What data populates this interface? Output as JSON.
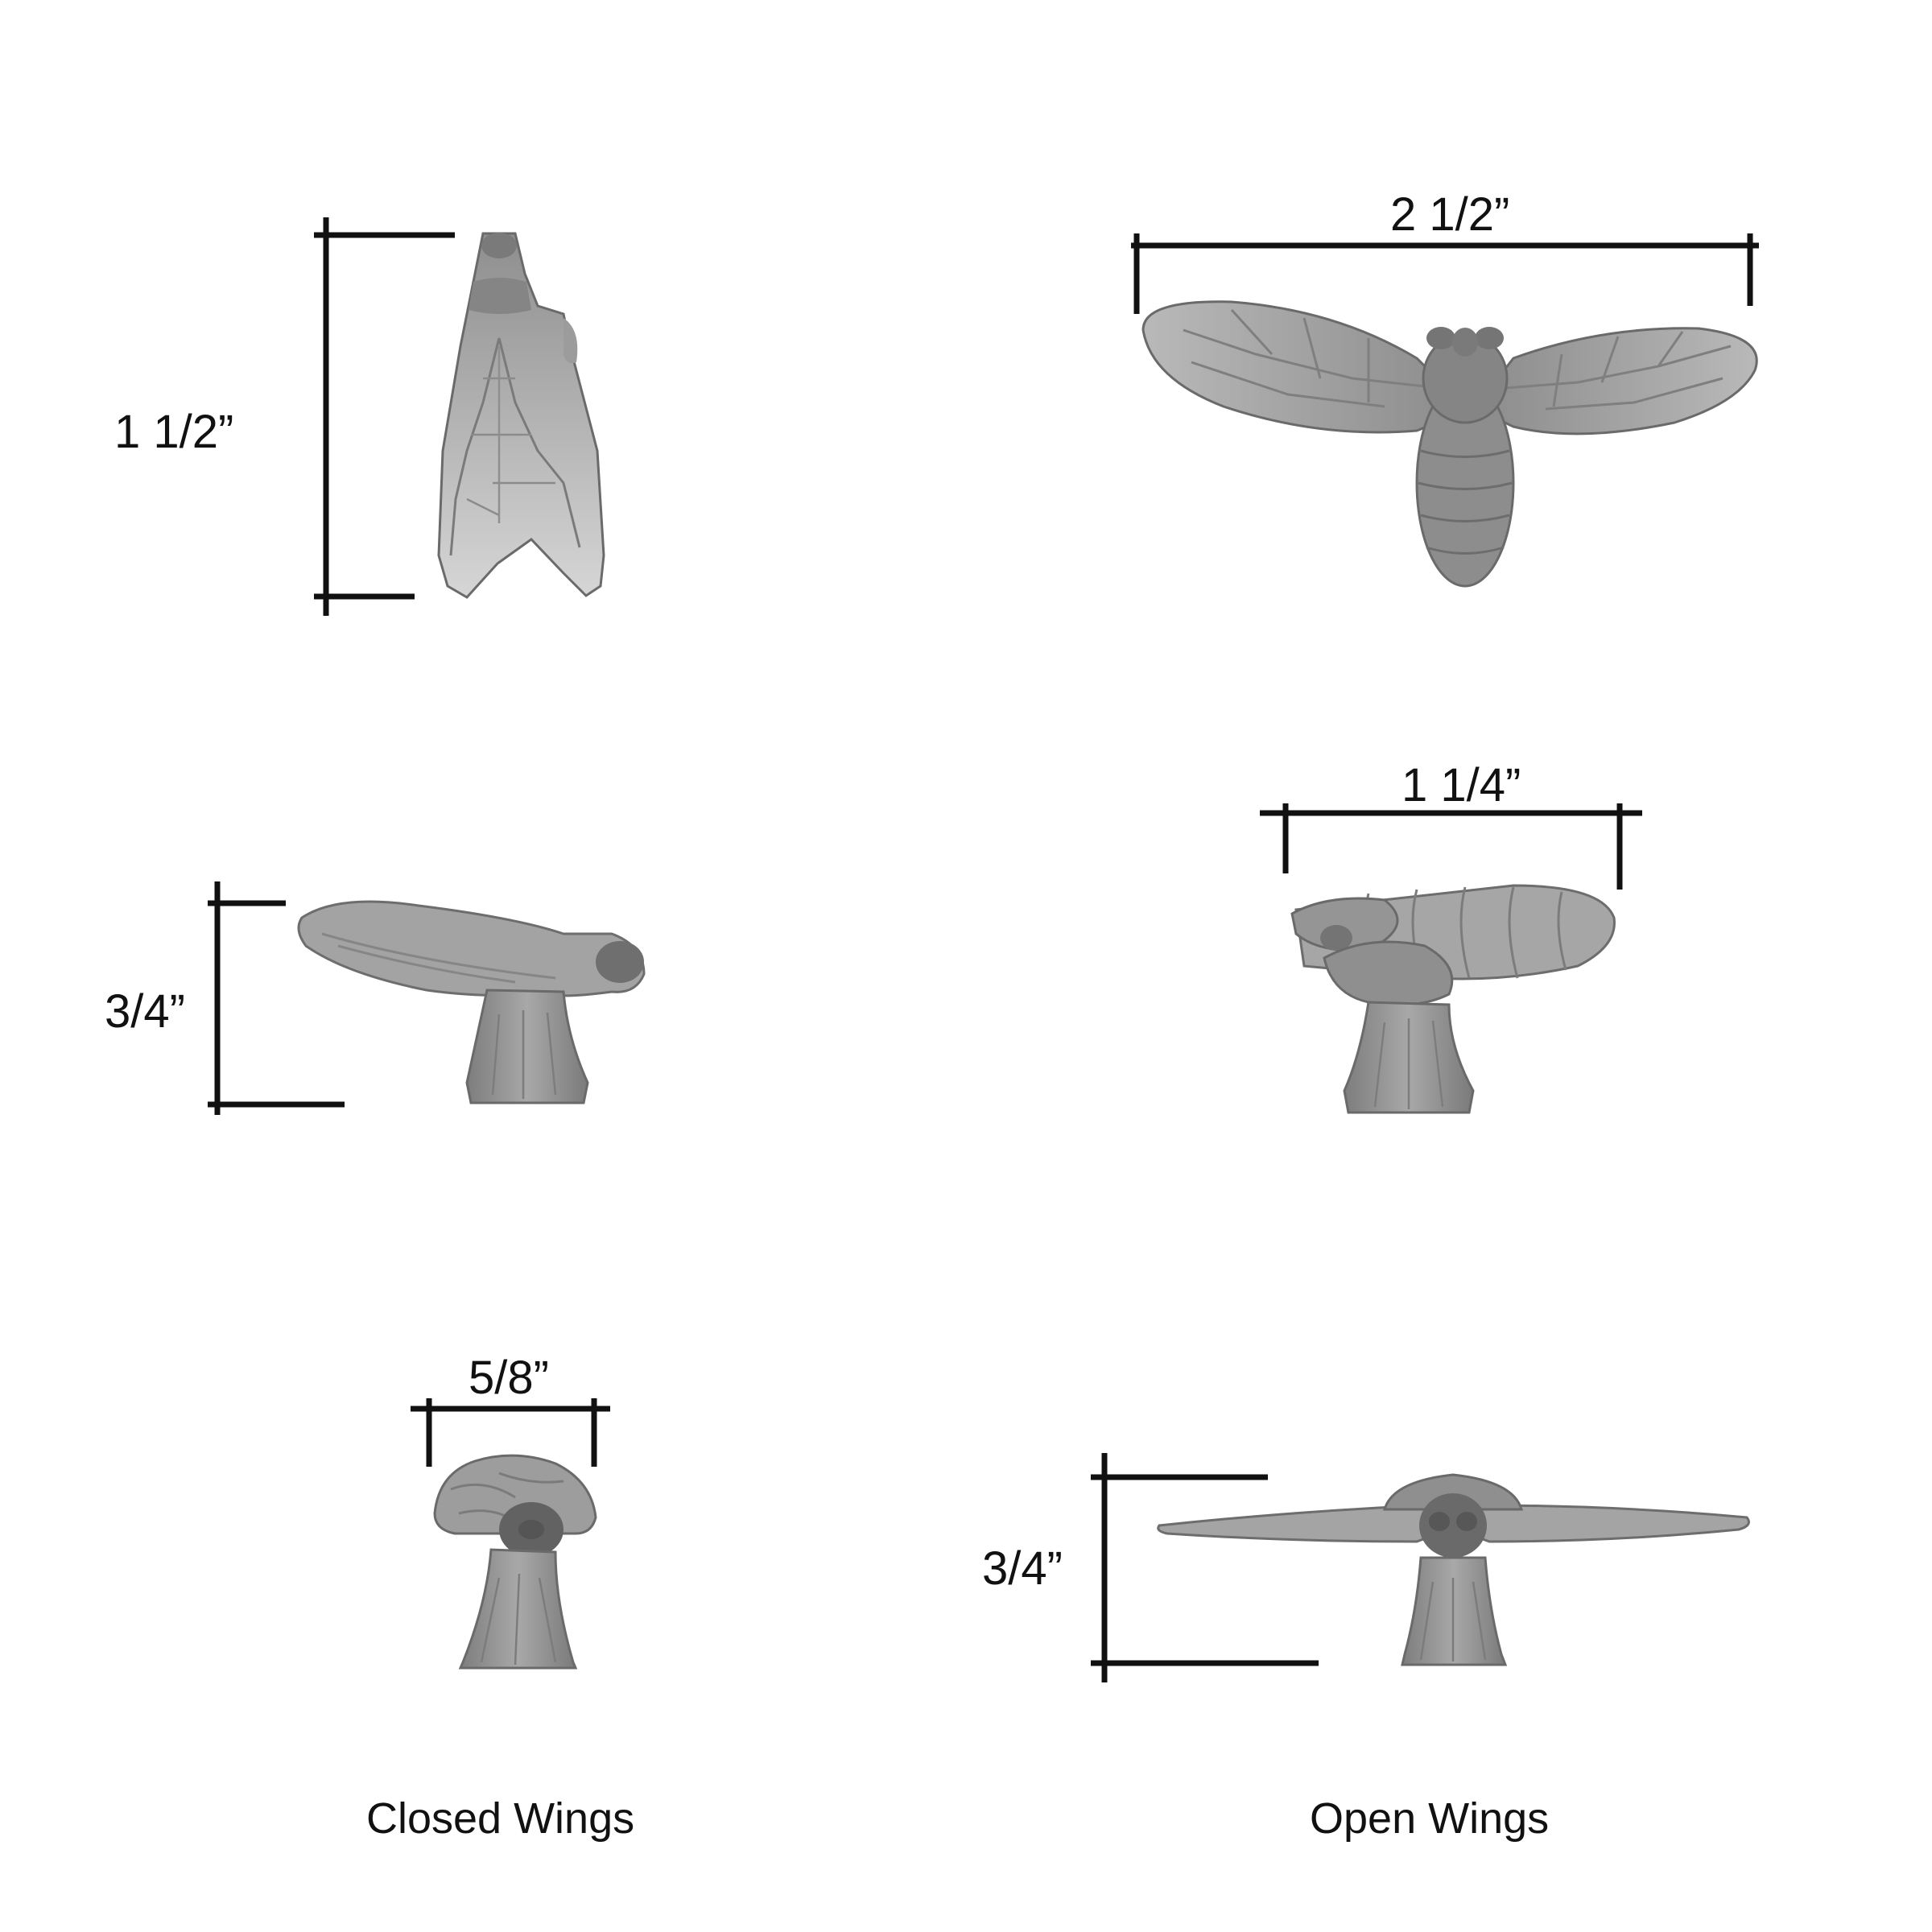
{
  "dimensions": {
    "closed_top_height": "1 1/2”",
    "open_top_width": "2 1/2”",
    "closed_side_height": "3/4”",
    "open_side_width": "1 1/4”",
    "closed_front_width": "5/8”",
    "open_front_height": "3/4”"
  },
  "captions": {
    "closed": "Closed Wings",
    "open": "Open Wings"
  },
  "colors": {
    "dimension_line": "#111111",
    "figure_fill": "#9a9a9a",
    "figure_dark": "#6e6e6e",
    "figure_light": "#c8c8c8",
    "background": "#ffffff"
  }
}
